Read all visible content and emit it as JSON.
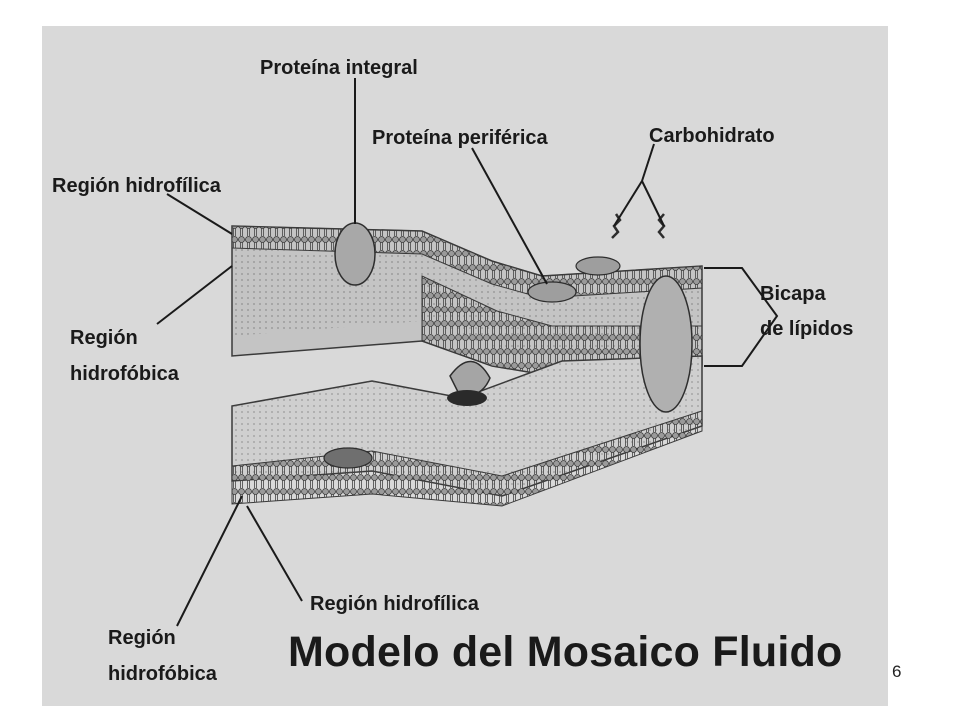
{
  "figure": {
    "title": "Modelo del Mosaico Fluido",
    "labels": {
      "integral_protein": "Proteína integral",
      "peripheral_protein": "Proteína periférica",
      "carbohydrate": "Carbohidrato",
      "hydrophilic_top": "Región hidrofílica",
      "hydrophobic_top_line1": "Región",
      "hydrophobic_top_line2": "hidrofóbica",
      "bilayer_line1": "Bicapa",
      "bilayer_line2": "de lípidos",
      "hydrophilic_bottom": "Región hidrofílica",
      "hydrophobic_bottom_line1": "Región",
      "hydrophobic_bottom_line2": "hidrofóbica"
    }
  },
  "slide": {
    "page_number": "6"
  },
  "colors": {
    "background": "#d9d9d9",
    "membrane": "#bdbdbd",
    "ink": "#1a1a1a"
  }
}
